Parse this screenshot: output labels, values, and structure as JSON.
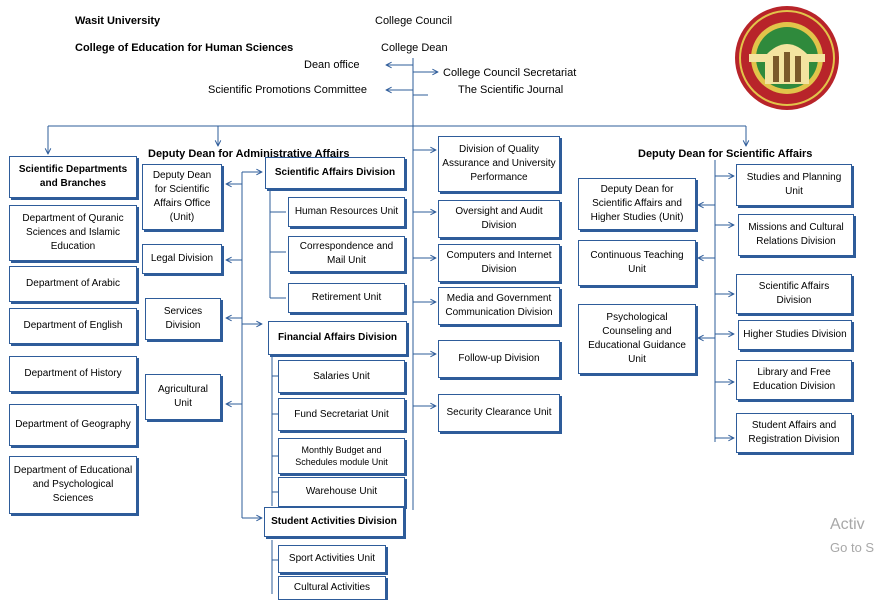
{
  "header": {
    "university": "Wasit University",
    "college": "College of Education for Human Sciences",
    "council": "College Council",
    "dean": "College Dean",
    "dean_office": "Dean office",
    "council_secretariat": "College Council Secretariat",
    "promotions_committee": "Scientific Promotions Committee",
    "journal": "The Scientific Journal"
  },
  "deputies": {
    "admin": "Deputy Dean for Administrative Affairs",
    "scientific": "Deputy  Dean for Scientific Affairs"
  },
  "departments": {
    "header": "Scientific Departments and Branches",
    "items": [
      "Department of Quranic Sciences and Islamic Education",
      "Department of Arabic",
      "Department of English",
      "Department of History",
      "Department of Geography",
      "Department of Educational and Psychological Sciences"
    ]
  },
  "admin_left": [
    "Deputy Dean for Scientific Affairs Office (Unit)",
    "Legal Division",
    "Services Division",
    "Agricultural Unit"
  ],
  "scientific_affairs_division": {
    "title": "Scientific Affairs Division",
    "units": [
      "Human Resources Unit",
      "Correspondence and Mail Unit",
      "Retirement Unit"
    ]
  },
  "financial_affairs_division": {
    "title": "Financial Affairs Division",
    "units": [
      "Salaries Unit",
      "Fund Secretariat Unit",
      "Monthly Budget and Schedules  module Unit",
      "Warehouse Unit"
    ]
  },
  "student_activities_division": {
    "title": "Student Activities Division",
    "units": [
      "Sport Activities Unit",
      "Cultural Activities"
    ]
  },
  "dean_divisions": [
    "Division of Quality Assurance and University Performance",
    "Oversight and Audit Division",
    "Computers and Internet Division",
    "Media and Government Communication Division",
    "Follow-up Division",
    "Security Clearance Unit"
  ],
  "scientific_left": [
    "Deputy Dean for Scientific Affairs and Higher Studies (Unit)",
    "Continuous Teaching Unit",
    "Psychological Counseling and Educational Guidance Unit"
  ],
  "scientific_right": [
    "Studies and Planning Unit",
    "Missions and Cultural Relations Division",
    "Scientific Affairs Division",
    "Higher Studies Division",
    "Library and Free Education Division",
    "Student Affairs and Registration Division"
  ],
  "watermark": {
    "line1": "Activ",
    "line2": "Go to S"
  },
  "logo": {
    "outer_color": "#b8242a",
    "ring_color": "#e2c44a",
    "center_color": "#2f8a3c"
  }
}
